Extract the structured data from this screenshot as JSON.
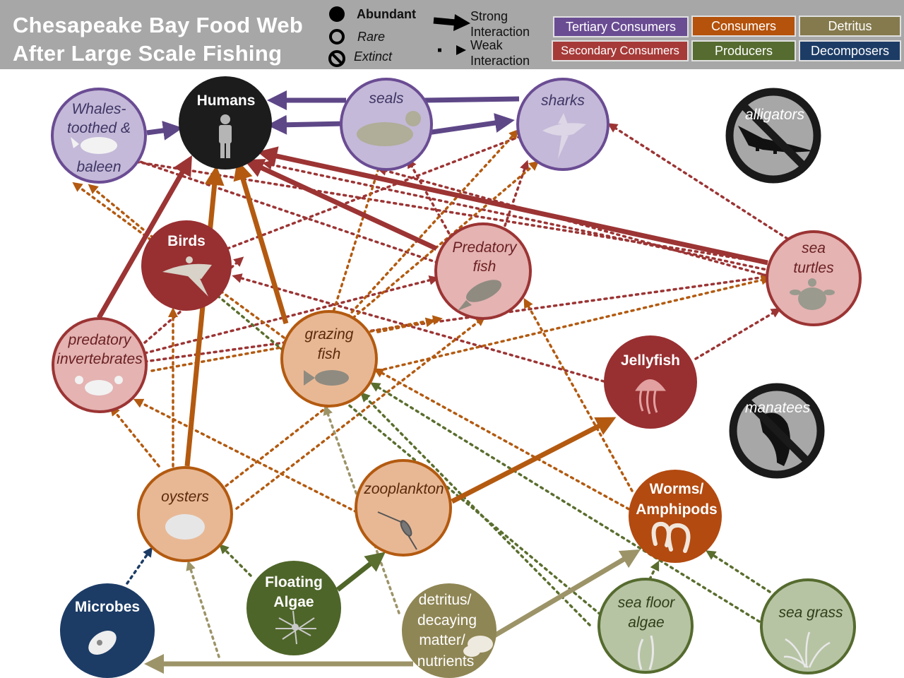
{
  "header": {
    "title_line1": "Chesapeake Bay Food Web",
    "title_line2": "After Large Scale Fishing",
    "legend": {
      "abundant": "Abundant",
      "rare": "Rare",
      "extinct": "Extinct",
      "strong_line1": "Strong",
      "strong_line2": "Interaction",
      "weak_line1": "Weak",
      "weak_line2": "Interaction"
    },
    "categories": [
      {
        "label": "Tertiary Consumers",
        "color": "#6a4c93"
      },
      {
        "label": "Consumers",
        "color": "#b5520b"
      },
      {
        "label": "Detritus",
        "color": "#857a4d"
      },
      {
        "label": "Secondary Consumers",
        "color": "#a63a38"
      },
      {
        "label": "Producers",
        "color": "#556b2f"
      },
      {
        "label": "Decomposers",
        "color": "#1c3c66"
      }
    ]
  },
  "nodes": {
    "whales": {
      "lines": [
        "Whales-",
        "toothed &",
        "baleen"
      ],
      "icon": "whale-icon"
    },
    "humans": {
      "lines": [
        "Humans"
      ],
      "icon": "human-icon"
    },
    "seals": {
      "lines": [
        "seals"
      ],
      "icon": "seal-icon"
    },
    "sharks": {
      "lines": [
        "sharks"
      ],
      "icon": "shark-icon"
    },
    "alligators": {
      "lines": [
        "alligators"
      ],
      "icon": "alligator-icon"
    },
    "birds": {
      "lines": [
        "Birds"
      ],
      "icon": "bird-icon"
    },
    "predatory_fish": {
      "lines": [
        "Predatory",
        "fish"
      ],
      "icon": "fish-icon"
    },
    "sea_turtles": {
      "lines": [
        "sea",
        "turtles"
      ],
      "icon": "turtle-icon"
    },
    "predatory_invertebrates": {
      "lines": [
        "predatory",
        "invertebrates"
      ],
      "icon": "crab-icon"
    },
    "grazing_fish": {
      "lines": [
        "grazing",
        "fish"
      ],
      "icon": "fish-icon"
    },
    "jellyfish": {
      "lines": [
        "Jellyfish"
      ],
      "icon": "jellyfish-icon"
    },
    "manatees": {
      "lines": [
        "manatees"
      ],
      "icon": "manatee-icon"
    },
    "oysters": {
      "lines": [
        "oysters"
      ],
      "icon": "oyster-icon"
    },
    "zooplankton": {
      "lines": [
        "zooplankton"
      ],
      "icon": "zooplankton-icon"
    },
    "worms": {
      "lines": [
        "Worms/",
        "Amphipods"
      ],
      "icon": "worm-icon"
    },
    "microbes": {
      "lines": [
        "Microbes"
      ],
      "icon": "bacterium-icon"
    },
    "floating_algae": {
      "lines": [
        "Floating",
        "Algae"
      ],
      "icon": "algae-icon"
    },
    "detritus": {
      "lines": [
        "detritus/",
        "decaying",
        "matter/",
        "nutrients"
      ],
      "icon": "detritus-icon"
    },
    "sea_floor_algae": {
      "lines": [
        "sea floor",
        "algae"
      ],
      "icon": "seaweed-icon"
    },
    "sea_grass": {
      "lines": [
        "sea grass"
      ],
      "icon": "seagrass-icon"
    }
  }
}
